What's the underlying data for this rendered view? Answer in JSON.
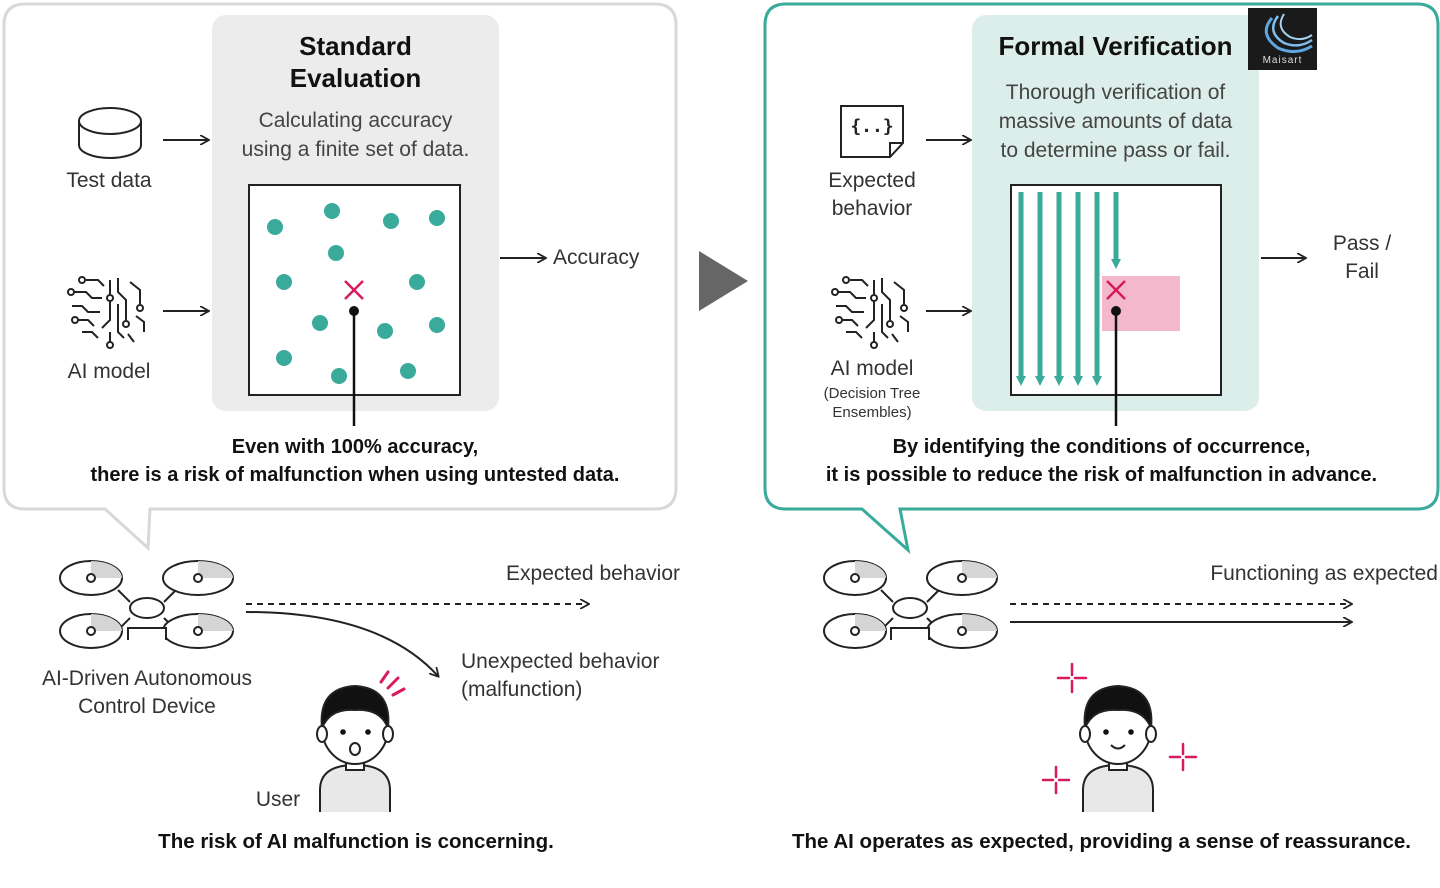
{
  "left": {
    "panel_title": "Standard Evaluation",
    "panel_title_line1": "Standard",
    "panel_title_line2": "Evaluation",
    "panel_desc_line1": "Calculating accuracy",
    "panel_desc_line2": "using a finite set of data.",
    "input_test_data": "Test data",
    "input_ai_model": "AI model",
    "output_label": "Accuracy",
    "statement_line1": "Even with 100% accuracy,",
    "statement_line2": "there is a risk of malfunction when using untested data.",
    "device_label_line1": "AI-Driven Autonomous",
    "device_label_line2": "Control Device",
    "expected_behavior": "Expected behavior",
    "unexpected_line1": "Unexpected behavior",
    "unexpected_line2": "(malfunction)",
    "user_label": "User",
    "caption": "The risk of AI malfunction is concerning."
  },
  "right": {
    "panel_title": "Formal Verification",
    "logo_text": "Maisart",
    "panel_desc_line1": "Thorough verification of",
    "panel_desc_line2": "massive amounts of data",
    "panel_desc_line3": "to determine pass or fail.",
    "input_expected_line1": "Expected",
    "input_expected_line2": "behavior",
    "json_icon_text": "{..}",
    "input_ai_model": "AI model",
    "ai_model_note_line1": "(Decision Tree",
    "ai_model_note_line2": "Ensembles)",
    "output_line1": "Pass /",
    "output_line2": "Fail",
    "statement_line1": "By identifying the conditions of occurrence,",
    "statement_line2": "it is possible to reduce the risk of malfunction in advance.",
    "functioning_label": "Functioning as expected",
    "caption": "The AI operates as expected, providing a sense of reassurance."
  },
  "colors": {
    "teal": "#3aaa9a",
    "magenta": "#d81b60",
    "pink_region": "#f4b8cc",
    "left_panel_bg": "#ececec",
    "right_panel_bg": "#dceeea",
    "arrow_gray": "#666666"
  },
  "icons": {
    "test_data": "database-icon",
    "ai_model": "neural-circuit-icon",
    "expected_behavior": "json-document-icon",
    "device": "drone-icon",
    "user": "person-icon",
    "transition": "play-arrow-icon"
  }
}
